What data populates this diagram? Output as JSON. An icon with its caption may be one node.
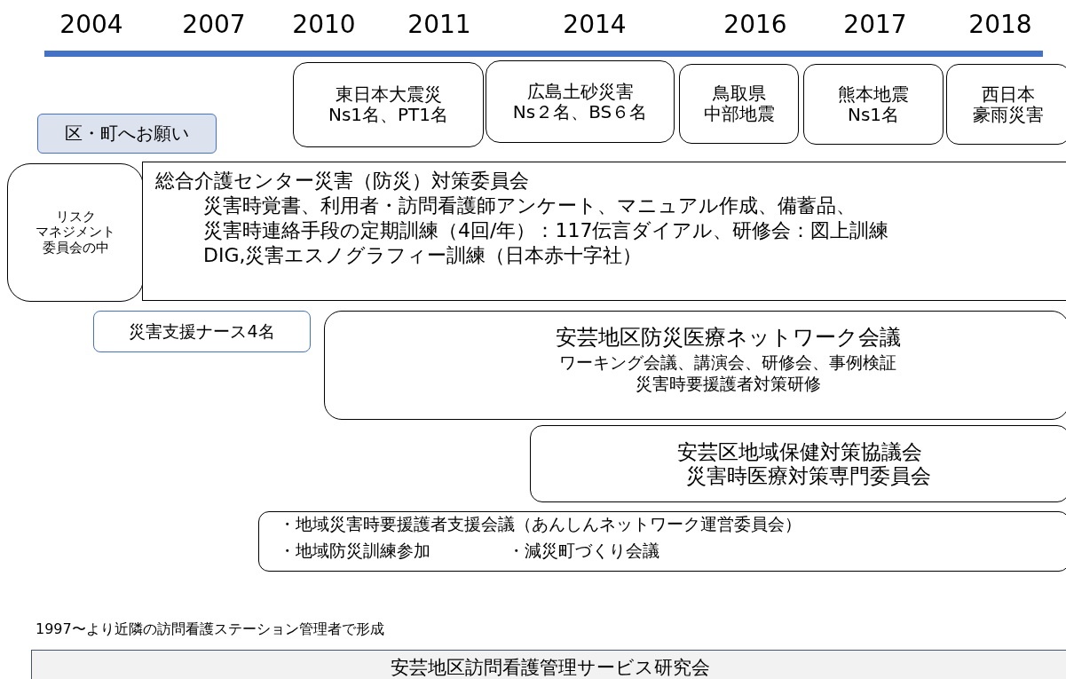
{
  "diagram": {
    "nodes": [
      {
        "text": [
          "東日本大震災",
          "Ns1名、PT1名"
        ]
      },
      {
        "text": [
          "広島土砂災害",
          "Ns２名、BS６名"
        ]
      },
      {
        "text": [
          "鳥取県",
          "中部地震"
        ]
      },
      {
        "text": [
          "熊本地震",
          "Ns1名"
        ]
      },
      {
        "text": [
          "西日本",
          "豪雨災害"
        ]
      },
      {
        "text": [
          "区・町へお願い"
        ]
      },
      {
        "text": [
          "リスク",
          "マネジメント",
          "委員会の中"
        ]
      },
      {
        "text": [
          "総合介護センター災害（防災）対策委員会",
          "災害時覚書、利用者・訪問看護師アンケート、マニュアル作成、備蓄品、",
          "災害時連絡手段の定期訓練（4回/年）：117伝言ダイアル、研修会：図上訓練",
          "DIG,災害エスノグラフィー訓練（日本赤十字社）"
        ]
      },
      {
        "text": [
          "災害支援ナース4名"
        ]
      },
      {
        "text": [
          "安芸地区防災医療ネットワーク会議",
          "ワーキング会議、講演会、研修会、事例検証",
          "災害時要援護者対策研修"
        ]
      },
      {
        "text": [
          "安芸区地域保健対策協議会",
          "災害時医療対策専門委員会"
        ]
      },
      {
        "text": [
          "・地域災害時要援護者支援会議（あんしんネットワーク運営委員会）",
          "・地域防災訓練参加",
          "・減災町づくり会議"
        ]
      },
      {
        "text": [
          "安芸地区訪問看護管理サービス研究会"
        ],
        "beside": [
          "1997〜より近隣の訪問看護ステーション管理者で形成"
        ]
      }
    ],
    "edges": [],
    "labels": [
      "2004",
      "2007",
      "2010",
      "2011",
      "2014",
      "2016",
      "2017",
      "2018"
    ]
  }
}
